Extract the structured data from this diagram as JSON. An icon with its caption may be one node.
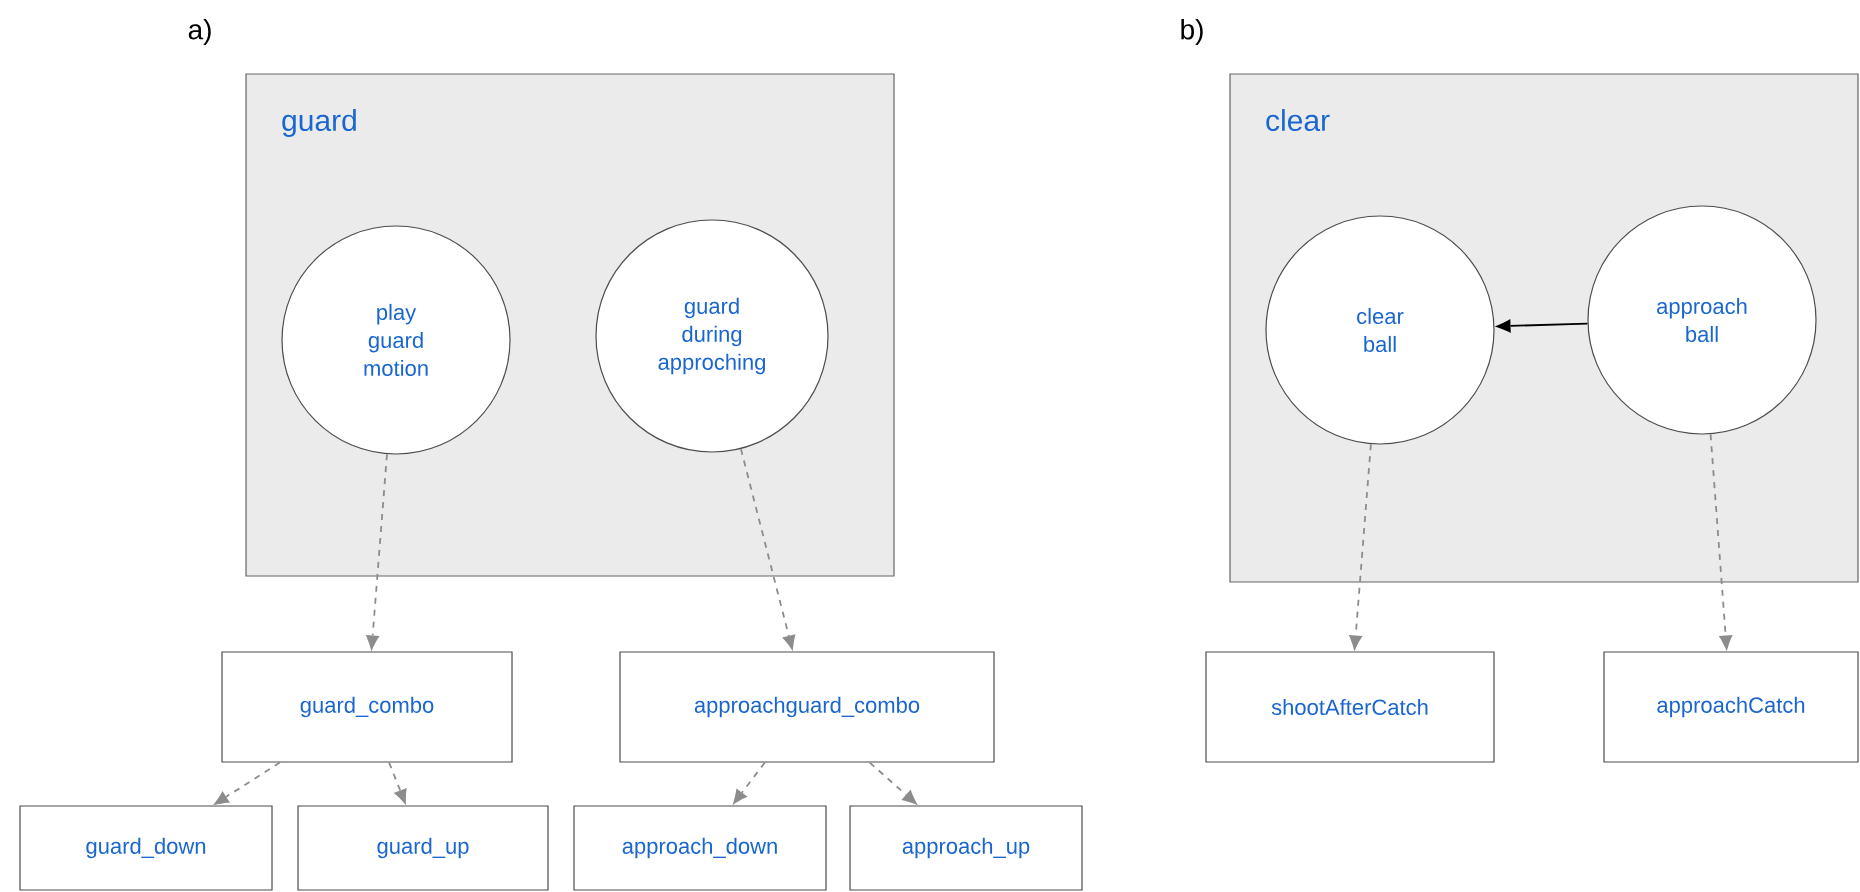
{
  "diagram": {
    "nodes": [
      {
        "text": [
          "guard"
        ]
      },
      {
        "text": [
          "play guard motion"
        ],
        "in": 0
      },
      {
        "text": [
          "guard during approching"
        ],
        "in": 0
      },
      {
        "text": [
          "guard_combo"
        ]
      },
      {
        "text": [
          "approachguard_combo"
        ]
      },
      {
        "text": [
          "guard_down"
        ]
      },
      {
        "text": [
          "guard_up"
        ]
      },
      {
        "text": [
          "approach_down"
        ]
      },
      {
        "text": [
          "approach_up"
        ]
      },
      {
        "text": [
          "clear"
        ]
      },
      {
        "text": [
          "clear ball"
        ],
        "in": 9
      },
      {
        "text": [
          "approach ball"
        ],
        "in": 9
      },
      {
        "text": [
          "shootAfterCatch"
        ]
      },
      {
        "text": [
          "approachCatch"
        ]
      }
    ],
    "edges": [
      {
        "from": 1,
        "to": 3,
        "arrow": "to",
        "style": "dashed"
      },
      {
        "from": 2,
        "to": 4,
        "arrow": "to",
        "style": "dashed"
      },
      {
        "from": 3,
        "to": 5,
        "arrow": "to",
        "style": "dashed"
      },
      {
        "from": 3,
        "to": 6,
        "arrow": "to",
        "style": "dashed"
      },
      {
        "from": 4,
        "to": 7,
        "arrow": "to",
        "style": "dashed"
      },
      {
        "from": 4,
        "to": 8,
        "arrow": "to",
        "style": "dashed"
      },
      {
        "from": 11,
        "to": 10,
        "arrow": "to",
        "color": "#000000"
      },
      {
        "from": 10,
        "to": 12,
        "arrow": "to",
        "style": "dashed"
      },
      {
        "from": 11,
        "to": 13,
        "arrow": "to",
        "style": "dashed"
      }
    ],
    "labels": [
      "a)",
      "b)"
    ]
  }
}
